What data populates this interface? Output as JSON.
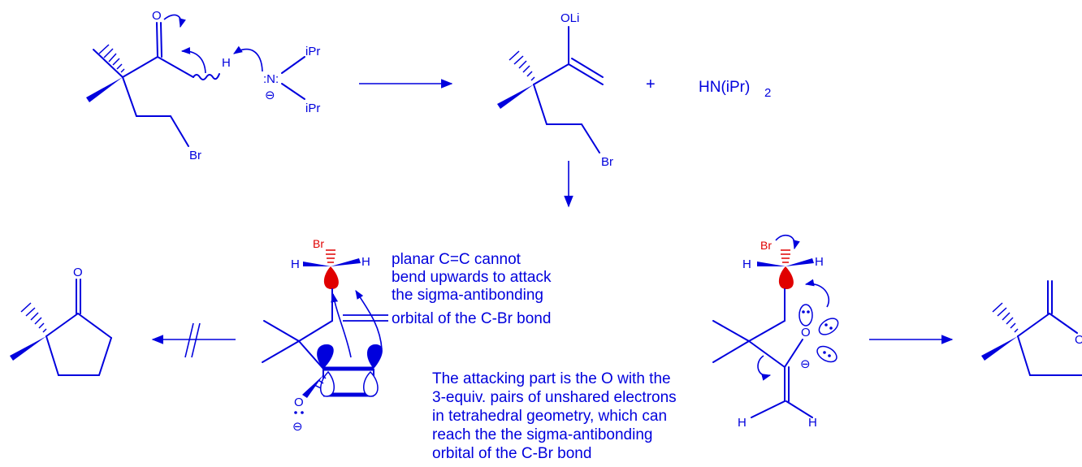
{
  "diagram": {
    "colors": {
      "ink": "#0000dd",
      "highlight": "#e00000",
      "background": "#ffffff"
    },
    "labels": {
      "ketone_o": "O",
      "alpha_h": "H",
      "lda_n": ":N:",
      "lda_charge": "⊖",
      "lda_ipr_top": "iPr",
      "lda_ipr_bottom": "iPr",
      "ketone_br": "Br",
      "enolate_oli": "OLi",
      "enolate_br": "Br",
      "plus": "+",
      "amine": "HN(iPr)",
      "amine_sub": "2",
      "c_product_o": "O",
      "mid_br": "Br",
      "mid_h_left": "H",
      "mid_h_right": "H",
      "mid_o": "O",
      "mid_charge": "⊖",
      "right_br": "Br",
      "right_h_left": "H",
      "right_h_right": "H",
      "right_o": "O",
      "right_charge": "⊖",
      "right_h_bottom_left": "H",
      "right_h_bottom_right": "H",
      "o_product_o": "O"
    },
    "notes": {
      "planar": [
        "planar C=C cannot",
        "bend upwards to attack",
        "the sigma-antibonding",
        "orbital of the C-Br bond"
      ],
      "attacking": [
        "The attacking part is the O with the",
        "3-equiv. pairs of unshared electrons",
        "in tetrahedral geometry, which can",
        "reach the the sigma-antibonding",
        "orbital of the C-Br bond"
      ]
    }
  }
}
